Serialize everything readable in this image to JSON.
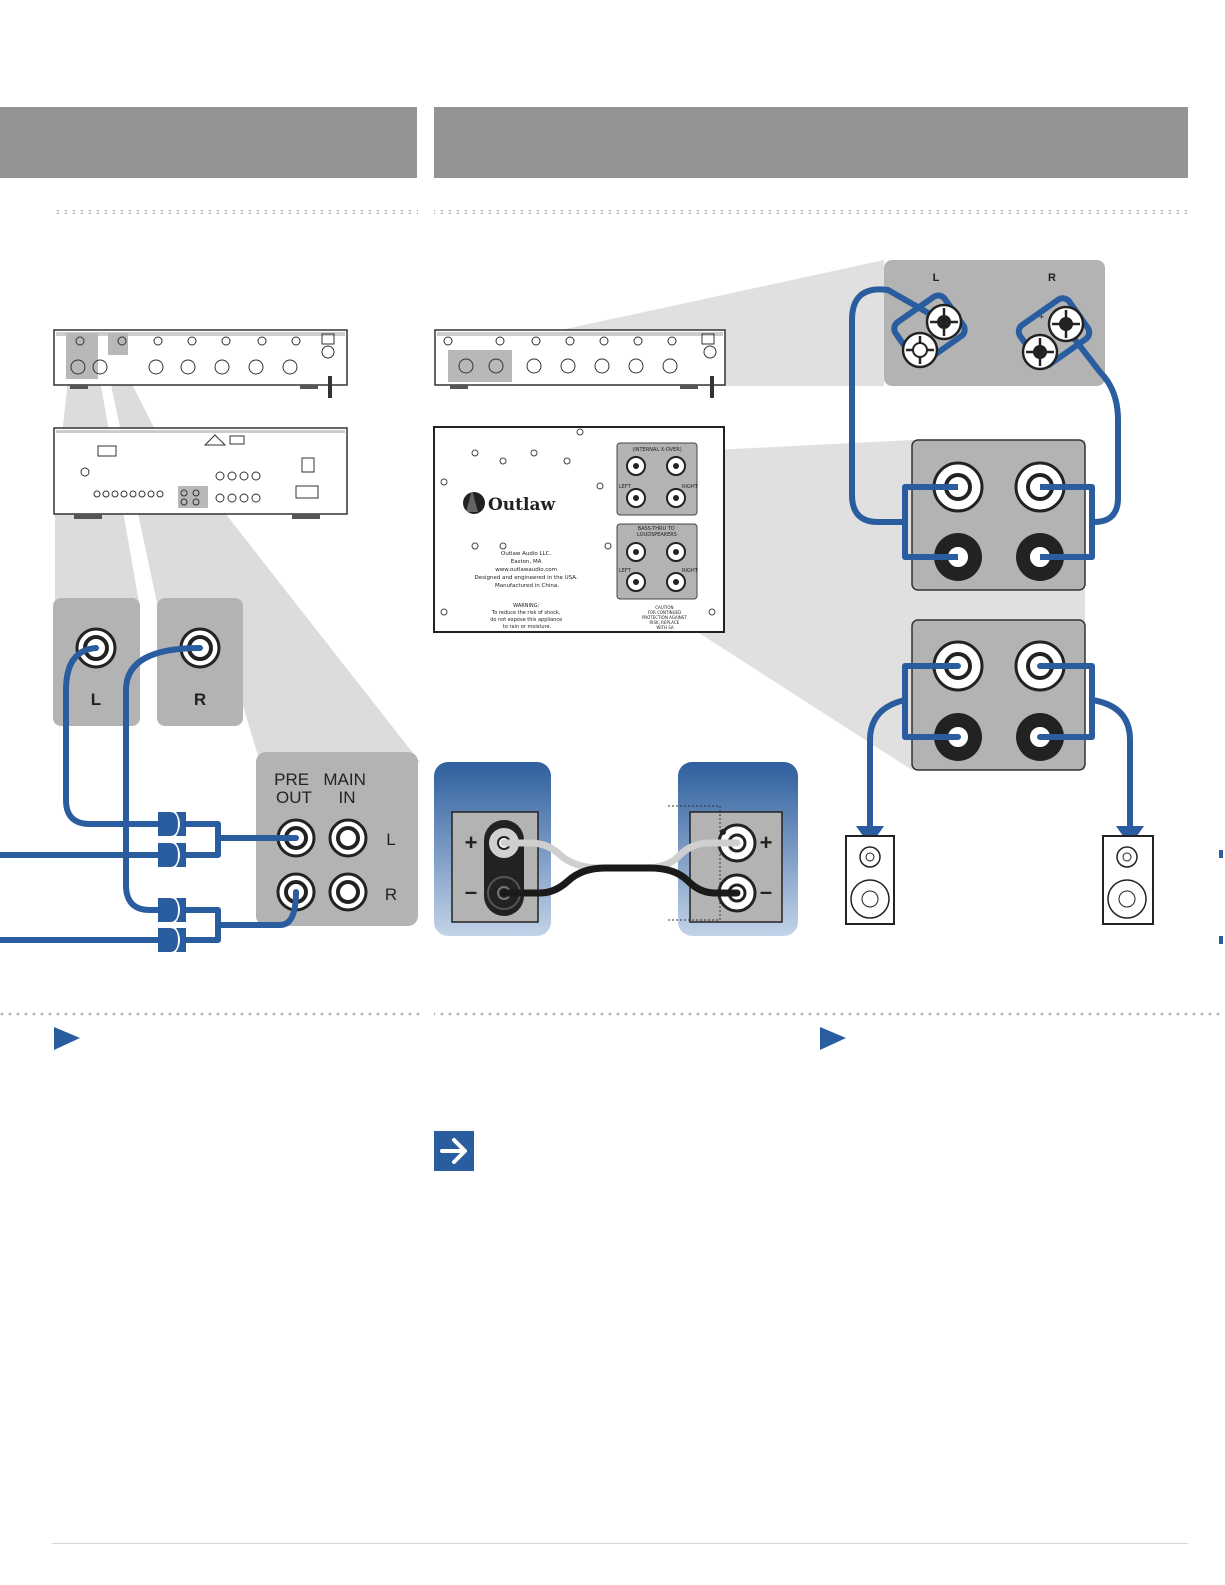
{
  "preamp_jacks": {
    "left": "L",
    "right": "R"
  },
  "preout_panel": {
    "pre_out": [
      "PRE",
      "OUT"
    ],
    "main_in": [
      "MAIN",
      "IN"
    ],
    "row_left": "L",
    "row_right": "R"
  },
  "sub_panel": {
    "brand": "Outlaw",
    "internal_xover": "(INTERNAL X-OVER)",
    "bass_thru_1": "BASS-THRU TO",
    "bass_thru_2": "LOUDSPEAKERS",
    "left": "LEFT",
    "right": "RIGHT",
    "address": [
      "Outlaw Audio LLC.",
      "Easton, MA",
      "www.outlawaudio.com",
      "Designed and engineered in the USA.",
      "Manufactured in China."
    ],
    "warning": [
      "WARNING:",
      "To reduce the risk of shock,",
      "do not expose this appliance",
      "to rain or moisture."
    ],
    "caution": [
      "CAUTION",
      "FOR CONTINUED",
      "PROTECTION AGAINST",
      "RISK, REPLACE",
      "WITH SA"
    ]
  },
  "polarity": {
    "plus": "+",
    "minus": "–"
  },
  "speaker_terminals": {
    "left": "L",
    "right": "R",
    "plus": "+",
    "minus": "-"
  },
  "colors": {
    "header_gray": "#949494",
    "panel_gray": "#b3b3b3",
    "beam_gray": "#d9d9d9",
    "cable_blue": "#2a5d9f",
    "dot_gray": "#b0b0b0"
  },
  "icons": {
    "bullet_left": "play-triangle-icon",
    "bullet_right": "play-triangle-icon",
    "note": "arrow-right-icon"
  }
}
